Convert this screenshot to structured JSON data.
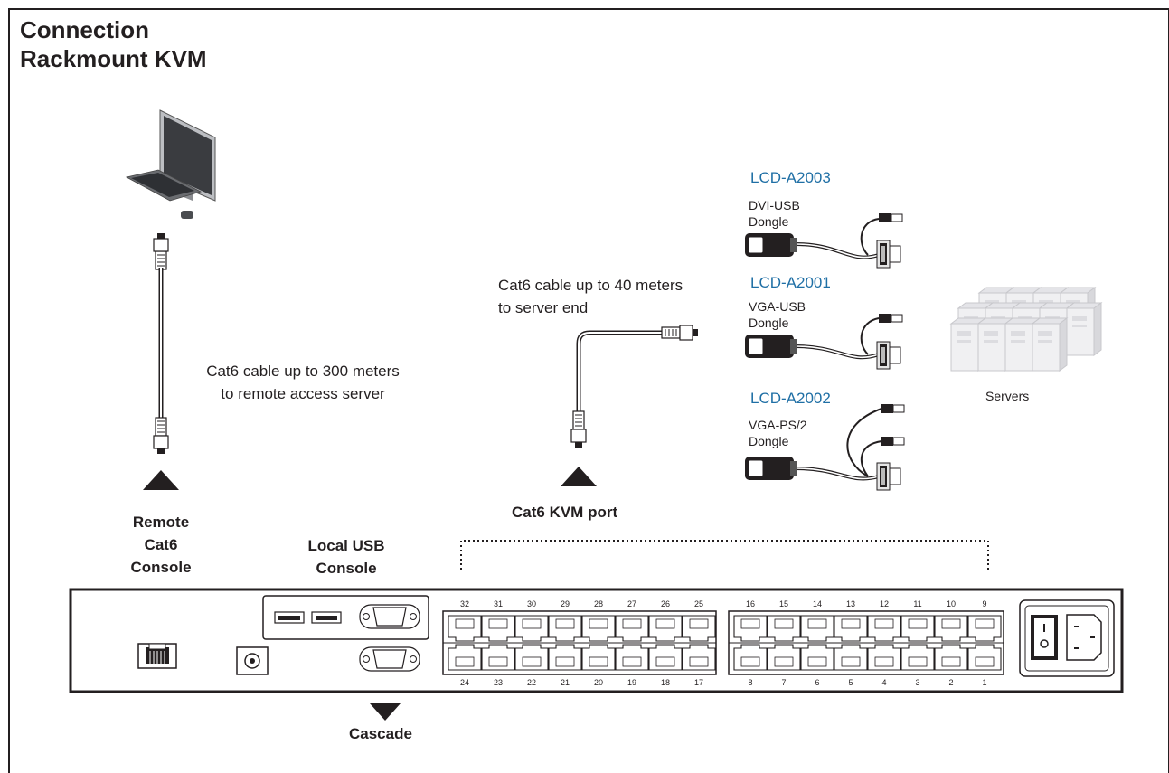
{
  "title": {
    "line1": "Connection",
    "line2": "Rackmount KVM"
  },
  "cables": {
    "remote_cable_line1": "Cat6 cable up to 300 meters",
    "remote_cable_line2": "to remote access server",
    "server_cable_line1": "Cat6 cable up to 40 meters",
    "server_cable_line2": "to server end"
  },
  "dongles": [
    {
      "model": "LCD-A2003",
      "desc_line1": "DVI-USB",
      "desc_line2": "Dongle"
    },
    {
      "model": "LCD-A2001",
      "desc_line1": "VGA-USB",
      "desc_line2": "Dongle"
    },
    {
      "model": "LCD-A2002",
      "desc_line1": "VGA-PS/2",
      "desc_line2": "Dongle"
    }
  ],
  "servers_label": "Servers",
  "labels": {
    "remote_console_line1": "Remote",
    "remote_console_line2": "Cat6",
    "remote_console_line3": "Console",
    "local_console_line1": "Local USB",
    "local_console_line2": "Console",
    "kvm_port": "Cat6 KVM port",
    "cascade": "Cascade"
  },
  "ports": {
    "top_left": [
      "32",
      "31",
      "30",
      "29",
      "28",
      "27",
      "26",
      "25"
    ],
    "bottom_left": [
      "24",
      "23",
      "22",
      "21",
      "20",
      "19",
      "18",
      "17"
    ],
    "top_right": [
      "16",
      "15",
      "14",
      "13",
      "12",
      "11",
      "10",
      "9"
    ],
    "bottom_right": [
      "8",
      "7",
      "6",
      "5",
      "4",
      "3",
      "2",
      "1"
    ]
  },
  "colors": {
    "model_text": "#1f6fa5",
    "line": "#231f20"
  },
  "icons": [
    "computer-icon",
    "rj45-plug-icon",
    "dongle-icon",
    "server-icon",
    "triangle-up-icon",
    "triangle-down-icon",
    "power-switch-icon",
    "power-inlet-icon"
  ]
}
